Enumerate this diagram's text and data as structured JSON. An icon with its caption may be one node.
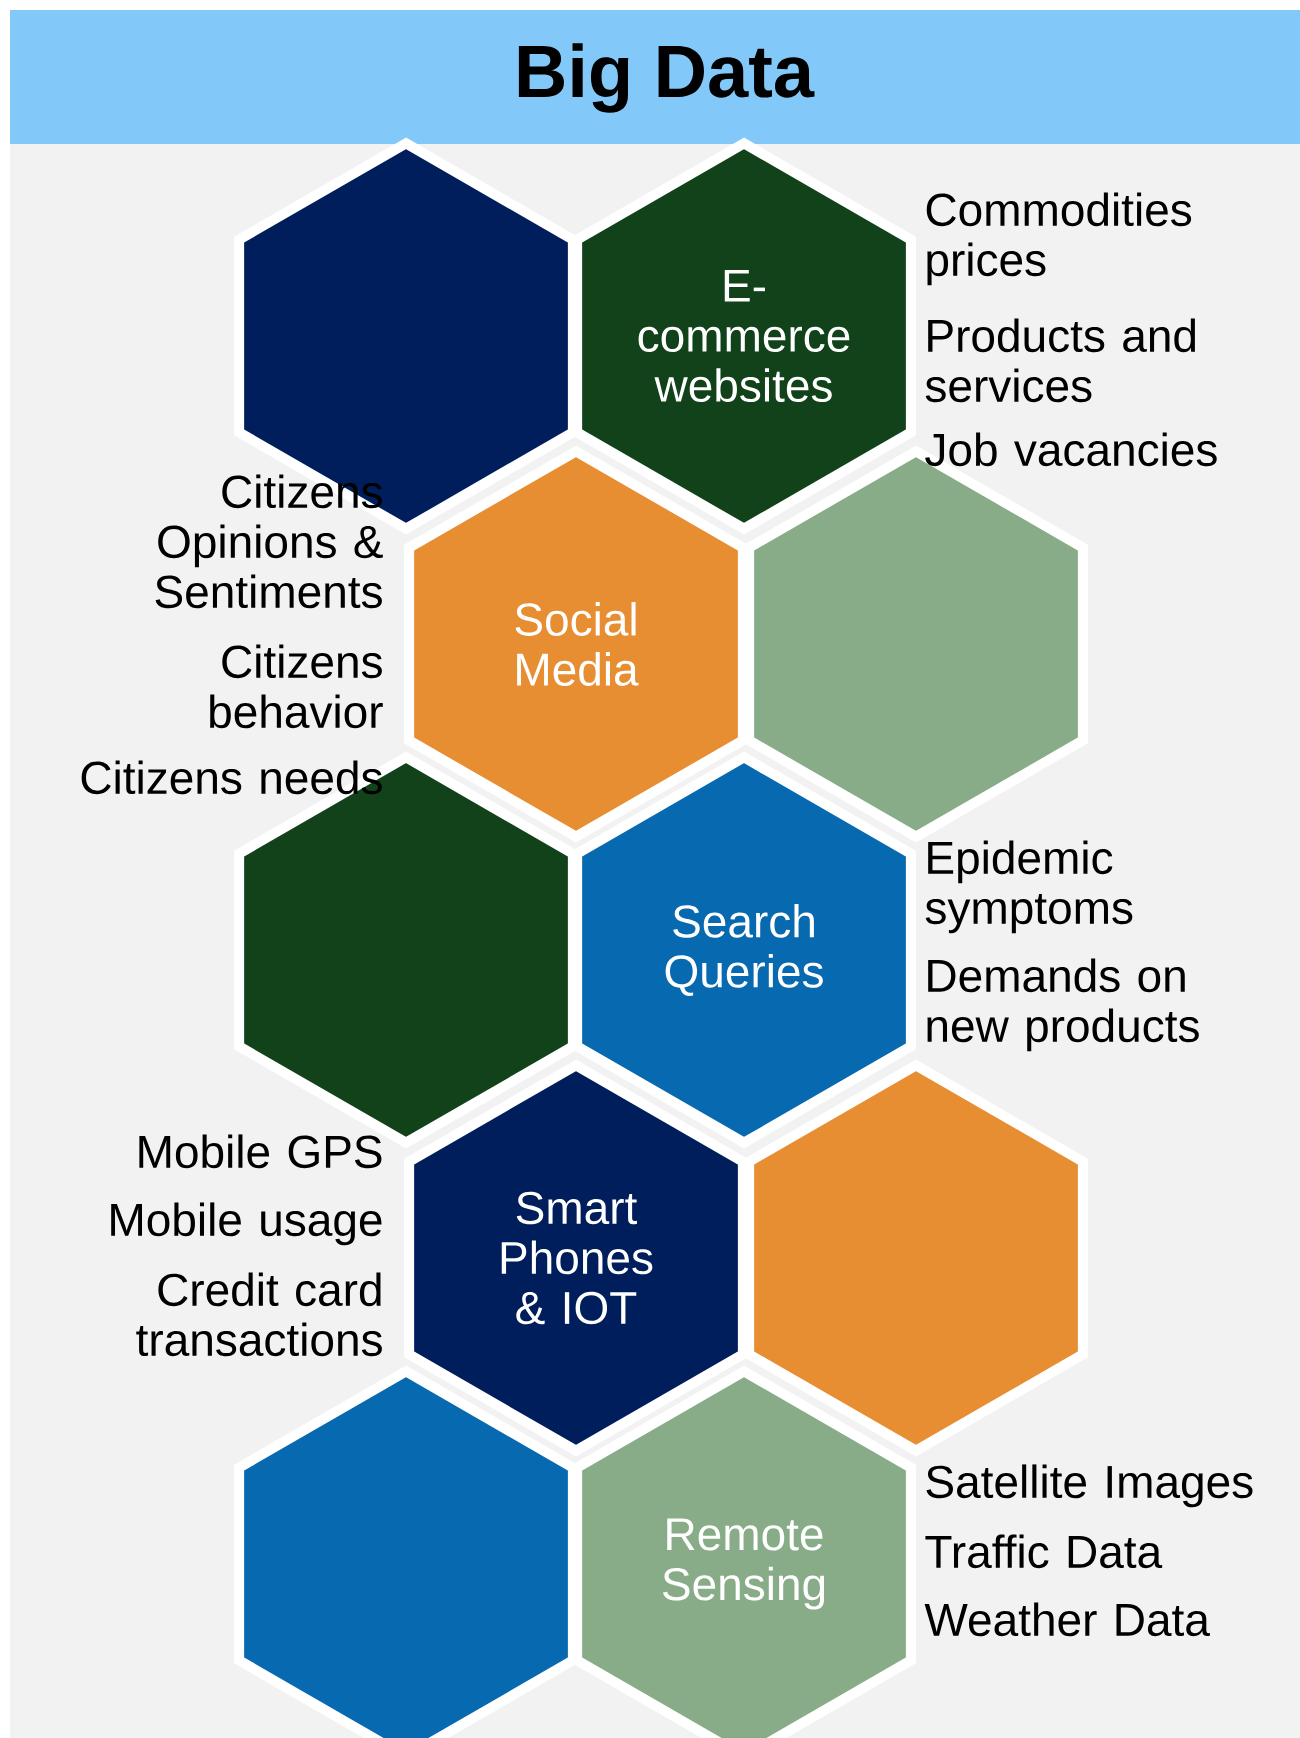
{
  "diagram": {
    "title": "Big Data",
    "nodes": [
      {
        "text": [],
        "shape": "hexagon"
      },
      {
        "text": [
          "E-commerce websites"
        ],
        "beside": [
          "Commodities prices",
          "Products and services",
          "Job vacancies"
        ]
      },
      {
        "text": [
          "Social Media"
        ],
        "beside": [
          "Citizens Opinions & Sentiments",
          "Citizens behavior",
          "Citizens needs"
        ]
      },
      {
        "text": [],
        "shape": "hexagon"
      },
      {
        "text": [],
        "shape": "hexagon"
      },
      {
        "text": [
          "Search Queries"
        ],
        "beside": [
          "Epidemic symptoms",
          "Demands on new products"
        ]
      },
      {
        "text": [
          "Smart Phones & IOT"
        ],
        "beside": [
          "Mobile GPS",
          "Mobile usage",
          "Credit card transactions"
        ]
      },
      {
        "text": [],
        "shape": "hexagon"
      },
      {
        "text": [],
        "shape": "hexagon"
      },
      {
        "text": [
          "Remote Sensing"
        ],
        "beside": [
          "Satellite Images",
          "Traffic Data",
          "Weather Data"
        ]
      }
    ]
  }
}
